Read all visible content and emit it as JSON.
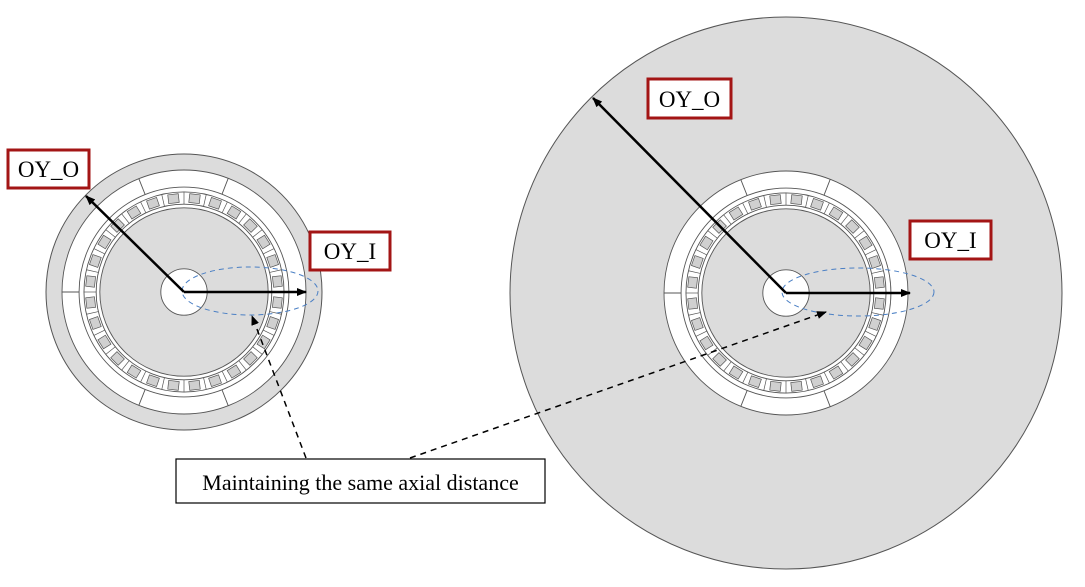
{
  "left_machine": {
    "label_outer": "OY_O",
    "label_inner": "OY_I"
  },
  "right_machine": {
    "label_outer": "OY_O",
    "label_inner": "OY_I"
  },
  "annotation": "Maintaining the same axial distance",
  "colors": {
    "yoke_fill": "#dcdcdc",
    "slot_fill": "#d0d0d0",
    "stroke": "#555555",
    "label_border": "#a31515",
    "dashed_ellipse": "#4a7fc4",
    "arrow": "#000000"
  }
}
